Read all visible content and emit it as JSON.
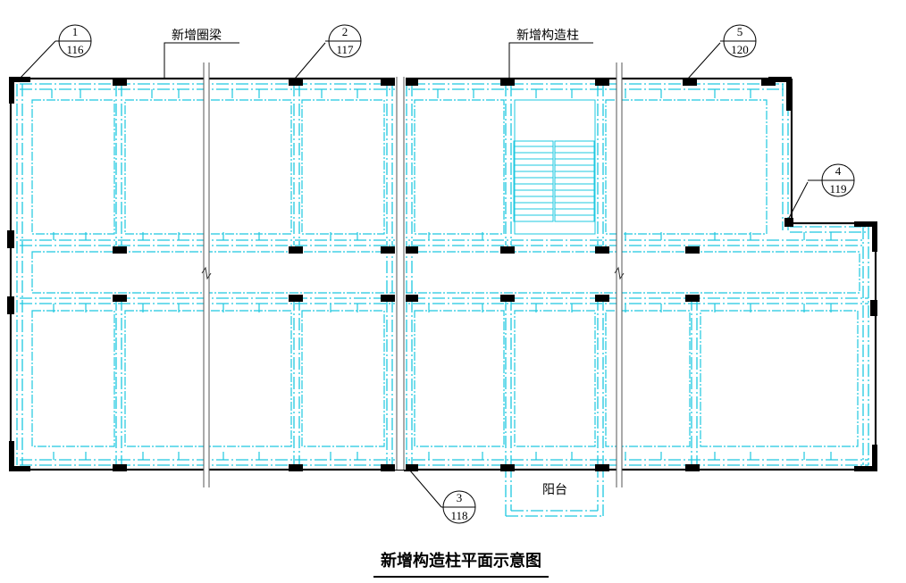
{
  "labels": {
    "ring_beam": "新增圈梁",
    "column": "新增构造柱",
    "balcony": "阳台"
  },
  "callouts": [
    {
      "num": "1",
      "sheet": "116"
    },
    {
      "num": "2",
      "sheet": "117"
    },
    {
      "num": "3",
      "sheet": "118"
    },
    {
      "num": "4",
      "sheet": "119"
    },
    {
      "num": "5",
      "sheet": "120"
    }
  ],
  "caption": "新增构造柱平面示意图",
  "colors": {
    "wall": "#111111",
    "beam": "#1ec8e0",
    "column": "#000000"
  }
}
